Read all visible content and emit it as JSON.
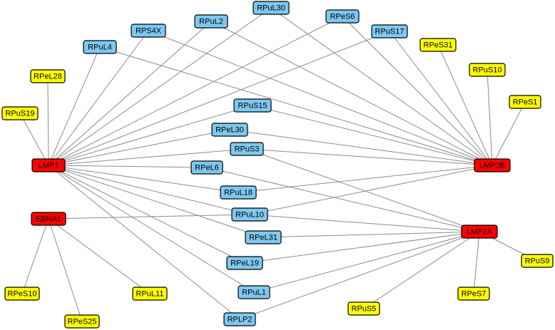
{
  "colors": {
    "viral": "#ff0000",
    "shared_ribosomal": "#7ec8f0",
    "specific_ribosomal": "#ffff00",
    "edge": "#8c8c8c",
    "border": "#000000"
  },
  "nodes": [
    {
      "id": "LMP1",
      "label": "LMP1",
      "group": "viral"
    },
    {
      "id": "LMP2B",
      "label": "LMP2B",
      "group": "viral"
    },
    {
      "id": "LMP2A",
      "label": "LMP2A",
      "group": "viral"
    },
    {
      "id": "EBNA1",
      "label": "EBNA1",
      "group": "viral"
    },
    {
      "id": "RPuL30",
      "label": "RPuL30",
      "group": "shared_ribosomal"
    },
    {
      "id": "RPuL2",
      "label": "RPuL2",
      "group": "shared_ribosomal"
    },
    {
      "id": "RPeS6",
      "label": "RPeS6",
      "group": "shared_ribosomal"
    },
    {
      "id": "RPS4X",
      "label": "RPS4X",
      "group": "shared_ribosomal"
    },
    {
      "id": "RPuS17",
      "label": "RPuS17",
      "group": "shared_ribosomal"
    },
    {
      "id": "RPuL4",
      "label": "RPuL4",
      "group": "shared_ribosomal"
    },
    {
      "id": "RPuS15",
      "label": "RPuS15",
      "group": "shared_ribosomal"
    },
    {
      "id": "RPeL30",
      "label": "RPeL30",
      "group": "shared_ribosomal"
    },
    {
      "id": "RPuS3",
      "label": "RPuS3",
      "group": "shared_ribosomal"
    },
    {
      "id": "RPeL6",
      "label": "RPeL6",
      "group": "shared_ribosomal"
    },
    {
      "id": "RPuL18",
      "label": "RPuL18",
      "group": "shared_ribosomal"
    },
    {
      "id": "RPuL10",
      "label": "RPuL10",
      "group": "shared_ribosomal"
    },
    {
      "id": "RPeL31",
      "label": "RPeL31",
      "group": "shared_ribosomal"
    },
    {
      "id": "RPeL19",
      "label": "RPeL19",
      "group": "shared_ribosomal"
    },
    {
      "id": "RPuL1",
      "label": "RPuL1",
      "group": "shared_ribosomal"
    },
    {
      "id": "RPLP2",
      "label": "RPLP2",
      "group": "shared_ribosomal"
    },
    {
      "id": "RPeL28",
      "label": "RPeL28",
      "group": "specific_ribosomal"
    },
    {
      "id": "RPuS19",
      "label": "RPuS19",
      "group": "specific_ribosomal"
    },
    {
      "id": "RPeS31",
      "label": "RPeS31",
      "group": "specific_ribosomal"
    },
    {
      "id": "RPuS10",
      "label": "RPuS10",
      "group": "specific_ribosomal"
    },
    {
      "id": "RPeS1",
      "label": "RPeS1",
      "group": "specific_ribosomal"
    },
    {
      "id": "RPuS9",
      "label": "RPuS9",
      "group": "specific_ribosomal"
    },
    {
      "id": "RPeS7",
      "label": "RPeS7",
      "group": "specific_ribosomal"
    },
    {
      "id": "RPuS5",
      "label": "RPuS5",
      "group": "specific_ribosomal"
    },
    {
      "id": "RPeS10",
      "label": "RPeS10",
      "group": "specific_ribosomal"
    },
    {
      "id": "RPeS25",
      "label": "RPeS25",
      "group": "specific_ribosomal"
    },
    {
      "id": "RPuL11",
      "label": "RPuL11",
      "group": "specific_ribosomal"
    }
  ],
  "edges": [
    [
      "LMP1",
      "RPuL4"
    ],
    [
      "LMP1",
      "RPS4X"
    ],
    [
      "LMP1",
      "RPuL2"
    ],
    [
      "LMP1",
      "RPuL30"
    ],
    [
      "LMP1",
      "RPeS6"
    ],
    [
      "LMP1",
      "RPuS17"
    ],
    [
      "LMP1",
      "RPuS15"
    ],
    [
      "LMP1",
      "RPeL30"
    ],
    [
      "LMP1",
      "RPuS3"
    ],
    [
      "LMP1",
      "RPeL6"
    ],
    [
      "LMP1",
      "RPuL18"
    ],
    [
      "LMP1",
      "RPuL10"
    ],
    [
      "LMP1",
      "RPeL31"
    ],
    [
      "LMP1",
      "RPeL19"
    ],
    [
      "LMP1",
      "RPuL1"
    ],
    [
      "LMP1",
      "RPLP2"
    ],
    [
      "LMP1",
      "RPeL28"
    ],
    [
      "LMP1",
      "RPuS19"
    ],
    [
      "LMP2B",
      "RPuL4"
    ],
    [
      "LMP2B",
      "RPS4X"
    ],
    [
      "LMP2B",
      "RPuL2"
    ],
    [
      "LMP2B",
      "RPuL30"
    ],
    [
      "LMP2B",
      "RPeS6"
    ],
    [
      "LMP2B",
      "RPuS17"
    ],
    [
      "LMP2B",
      "RPuS15"
    ],
    [
      "LMP2B",
      "RPeL30"
    ],
    [
      "LMP2B",
      "RPuS3"
    ],
    [
      "LMP2B",
      "RPuL18"
    ],
    [
      "LMP2B",
      "RPuL10"
    ],
    [
      "LMP2B",
      "RPeS31"
    ],
    [
      "LMP2B",
      "RPuS10"
    ],
    [
      "LMP2B",
      "RPeS1"
    ],
    [
      "LMP2A",
      "RPuS3"
    ],
    [
      "LMP2A",
      "RPeL6"
    ],
    [
      "LMP2A",
      "RPuL10"
    ],
    [
      "LMP2A",
      "RPeL31"
    ],
    [
      "LMP2A",
      "RPeL19"
    ],
    [
      "LMP2A",
      "RPuL1"
    ],
    [
      "LMP2A",
      "RPLP2"
    ],
    [
      "LMP2A",
      "RPuS9"
    ],
    [
      "LMP2A",
      "RPeS7"
    ],
    [
      "LMP2A",
      "RPuS5"
    ],
    [
      "EBNA1",
      "RPuL10"
    ],
    [
      "EBNA1",
      "RPeS10"
    ],
    [
      "EBNA1",
      "RPeS25"
    ],
    [
      "EBNA1",
      "RPuL11"
    ]
  ]
}
